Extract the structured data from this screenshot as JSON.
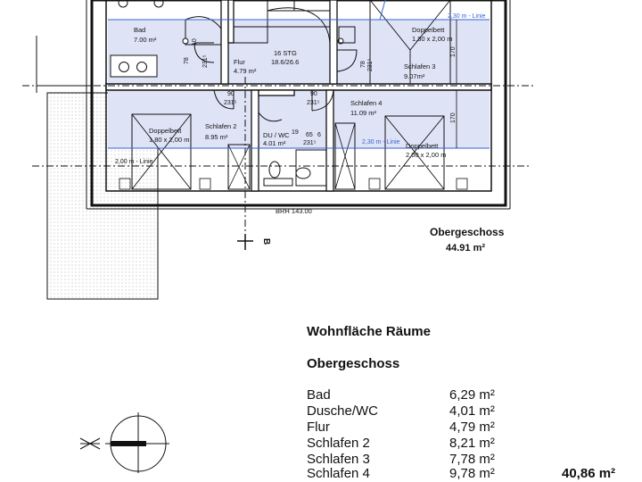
{
  "plan": {
    "floor_title": "Obergeschoss",
    "floor_area": "44.91 m²",
    "section_marker": "B",
    "window_sill": "BRH 143.00",
    "line_upper": "2,30 m - Linie",
    "line_right": "2,30 m - Linie",
    "line_left": "2,00 m - Linie",
    "stair": {
      "label": "16 STG",
      "ratio": "18.6/26.6"
    },
    "rooms": {
      "bad": {
        "name": "Bad",
        "area": "7.00 m²"
      },
      "flur": {
        "name": "Flur",
        "area": "4.79 m²"
      },
      "schlafen3": {
        "name": "Schlafen 3",
        "area": "9.07m²"
      },
      "schlafen4": {
        "name": "Schlafen 4",
        "area": "11.09 m²"
      },
      "schlafen2": {
        "name": "Schlafen 2",
        "area": "8.95 m²"
      },
      "duwc": {
        "name": "DU / WC",
        "area": "4.01 m²"
      }
    },
    "beds": {
      "b1": {
        "label": "Doppelbett",
        "size": "1,80 x 2,00 m"
      },
      "b2": {
        "label": "Doppelbett",
        "size": "1,80 x 2,00 m"
      },
      "b3": {
        "label": "Doppelbett",
        "size": "2,00 x 2,00 m"
      }
    },
    "doors": {
      "d1": {
        "w": "78",
        "h": "231⁵"
      },
      "d2": {
        "w": "78",
        "h": "231⁵"
      },
      "d3": {
        "w": "90",
        "h": "231⁵"
      },
      "d4": {
        "w": "90",
        "h": "231⁵"
      },
      "d5": {
        "w": "65",
        "h": "231⁵"
      }
    },
    "dims": {
      "right_upper": "170",
      "right_lower": "170",
      "small_a": "19",
      "small_b": "6",
      "small_c": "10"
    }
  },
  "areas": {
    "heading": "Wohnfläche Räume",
    "floor": "Obergeschoss",
    "rows": [
      {
        "name": "Bad",
        "value": "6,29 m²"
      },
      {
        "name": "Dusche/WC",
        "value": "4,01 m²"
      },
      {
        "name": "Flur",
        "value": "4,79 m²"
      },
      {
        "name": "Schlafen 2",
        "value": "8,21 m²"
      },
      {
        "name": "Schlafen 3",
        "value": "7,78 m²"
      },
      {
        "name": "Schlafen 4",
        "value": "9,78 m²",
        "total": "40,86 m²"
      }
    ]
  },
  "colors": {
    "highlight": "#dfe3f6",
    "accent": "#3a63d6",
    "wall": "#111111"
  }
}
